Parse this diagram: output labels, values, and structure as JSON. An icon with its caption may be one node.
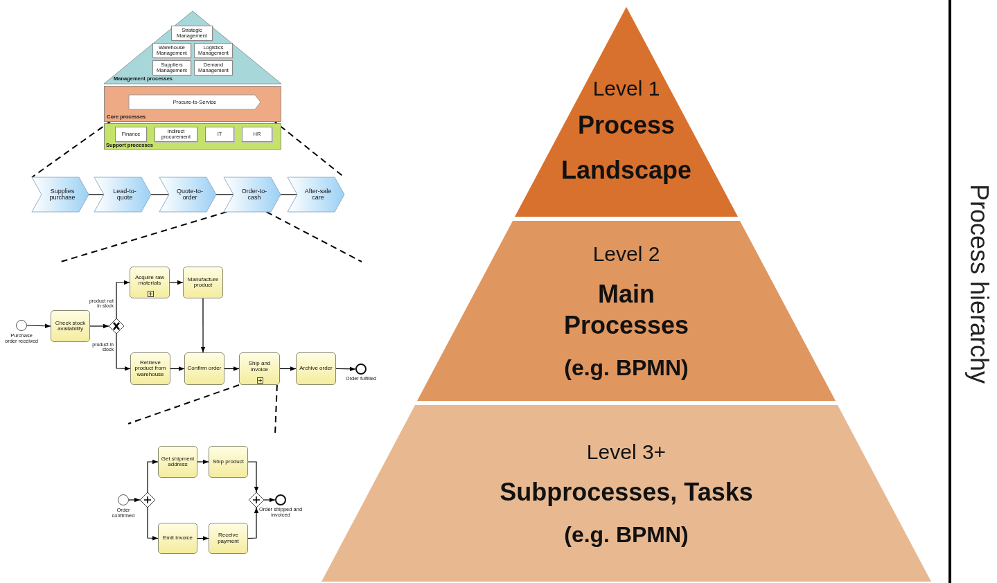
{
  "diagram": {
    "nodes": [
      {
        "text": [
          "Level 1",
          "Process Landscape"
        ]
      },
      {
        "text": [
          "Level 2",
          "Main Processes",
          "(e.g. BPMN)"
        ]
      },
      {
        "text": [
          "Level 3+",
          "Subprocesses, Tasks",
          "(e.g. BPMN)"
        ]
      },
      {
        "text": [
          "Management processes"
        ]
      },
      {
        "text": [
          "Strategic Management"
        ],
        "in": 3
      },
      {
        "text": [
          "Warehouse Management"
        ],
        "in": 3
      },
      {
        "text": [
          "Logistics Management"
        ],
        "in": 3
      },
      {
        "text": [
          "Suppliers Management"
        ],
        "in": 3
      },
      {
        "text": [
          "Demand Management"
        ],
        "in": 3
      },
      {
        "text": [
          "Core processes"
        ]
      },
      {
        "text": [
          "Procure-to-Service"
        ],
        "in": 9
      },
      {
        "text": [
          "Support processes"
        ]
      },
      {
        "text": [
          "Finance"
        ],
        "in": 11
      },
      {
        "text": [
          "Indirect procurement"
        ],
        "in": 11
      },
      {
        "text": [
          "IT"
        ],
        "in": 11
      },
      {
        "text": [
          "HR"
        ],
        "in": 11
      },
      {
        "text": [
          "Supplies purchase"
        ]
      },
      {
        "text": [
          "Lead-to-quote"
        ]
      },
      {
        "text": [
          "Quote-to-order"
        ]
      },
      {
        "text": [
          "Order-to-cash"
        ]
      },
      {
        "text": [
          "After-sale care"
        ]
      },
      {
        "text": [],
        "shape": "circle",
        "beside": [
          "Purchase order received"
        ]
      },
      {
        "text": [
          "Check stock availability"
        ]
      },
      {
        "text": [],
        "shape": "diamond"
      },
      {
        "text": [
          "Acquire raw materials"
        ]
      },
      {
        "text": [
          "Manufacture product"
        ]
      },
      {
        "text": [
          "Retrieve product from warehouse"
        ]
      },
      {
        "text": [
          "Confirm order"
        ]
      },
      {
        "text": [
          "Ship and invoice"
        ]
      },
      {
        "text": [
          "Archive order"
        ]
      },
      {
        "text": [],
        "shape": "circle",
        "beside": [
          "Order fulfilled"
        ]
      },
      {
        "text": [],
        "shape": "circle",
        "beside": [
          "Order confirmed"
        ]
      },
      {
        "text": [],
        "shape": "diamond"
      },
      {
        "text": [
          "Get shipment address"
        ]
      },
      {
        "text": [
          "Ship product"
        ]
      },
      {
        "text": [
          "Emit invoice"
        ]
      },
      {
        "text": [
          "Receive payment"
        ]
      },
      {
        "text": [],
        "shape": "diamond"
      },
      {
        "text": [],
        "shape": "circle",
        "beside": [
          "Order shipped and invoiced"
        ]
      }
    ],
    "edges": [
      {
        "from": 16,
        "to": 17,
        "arrow": "none",
        "color": "#595959"
      },
      {
        "from": 17,
        "to": 18,
        "arrow": "none",
        "color": "#595959"
      },
      {
        "from": 18,
        "to": 19,
        "arrow": "none",
        "color": "#595959"
      },
      {
        "from": 19,
        "to": 20,
        "arrow": "none",
        "color": "#595959"
      },
      {
        "from": 10,
        "to": 16,
        "arrow": "none",
        "style": "dashed"
      },
      {
        "from": 10,
        "to": 20,
        "arrow": "none",
        "style": "dashed"
      },
      {
        "from": 19,
        "to": null,
        "arrow": "none",
        "style": "dashed"
      },
      {
        "from": 19,
        "to": null,
        "arrow": "none",
        "style": "dashed"
      },
      {
        "from": 21,
        "to": 22,
        "arrow": "to"
      },
      {
        "from": 22,
        "to": 23,
        "arrow": "to"
      },
      {
        "from": 23,
        "to": 24,
        "arrow": "to",
        "label": "product not in stock"
      },
      {
        "from": 23,
        "to": 26,
        "arrow": "to",
        "label": "product in stock"
      },
      {
        "from": 24,
        "to": 25,
        "arrow": "to"
      },
      {
        "from": 25,
        "to": 27,
        "arrow": "to"
      },
      {
        "from": 26,
        "to": 27,
        "arrow": "to"
      },
      {
        "from": 27,
        "to": 28,
        "arrow": "to"
      },
      {
        "from": 28,
        "to": 29,
        "arrow": "to"
      },
      {
        "from": 29,
        "to": 30,
        "arrow": "to"
      },
      {
        "from": 28,
        "to": null,
        "arrow": "none",
        "style": "dashed"
      },
      {
        "from": 28,
        "to": null,
        "arrow": "none",
        "style": "dashed"
      },
      {
        "from": 31,
        "to": 32,
        "arrow": "to"
      },
      {
        "from": 32,
        "to": 33,
        "arrow": "to"
      },
      {
        "from": 32,
        "to": 35,
        "arrow": "to"
      },
      {
        "from": 33,
        "to": 34,
        "arrow": "to"
      },
      {
        "from": 35,
        "to": 36,
        "arrow": "to"
      },
      {
        "from": 34,
        "to": 37,
        "arrow": "to"
      },
      {
        "from": 36,
        "to": 37,
        "arrow": "to"
      },
      {
        "from": 37,
        "to": 38,
        "arrow": "to"
      }
    ],
    "labels": [
      "Process hierarchy"
    ]
  }
}
